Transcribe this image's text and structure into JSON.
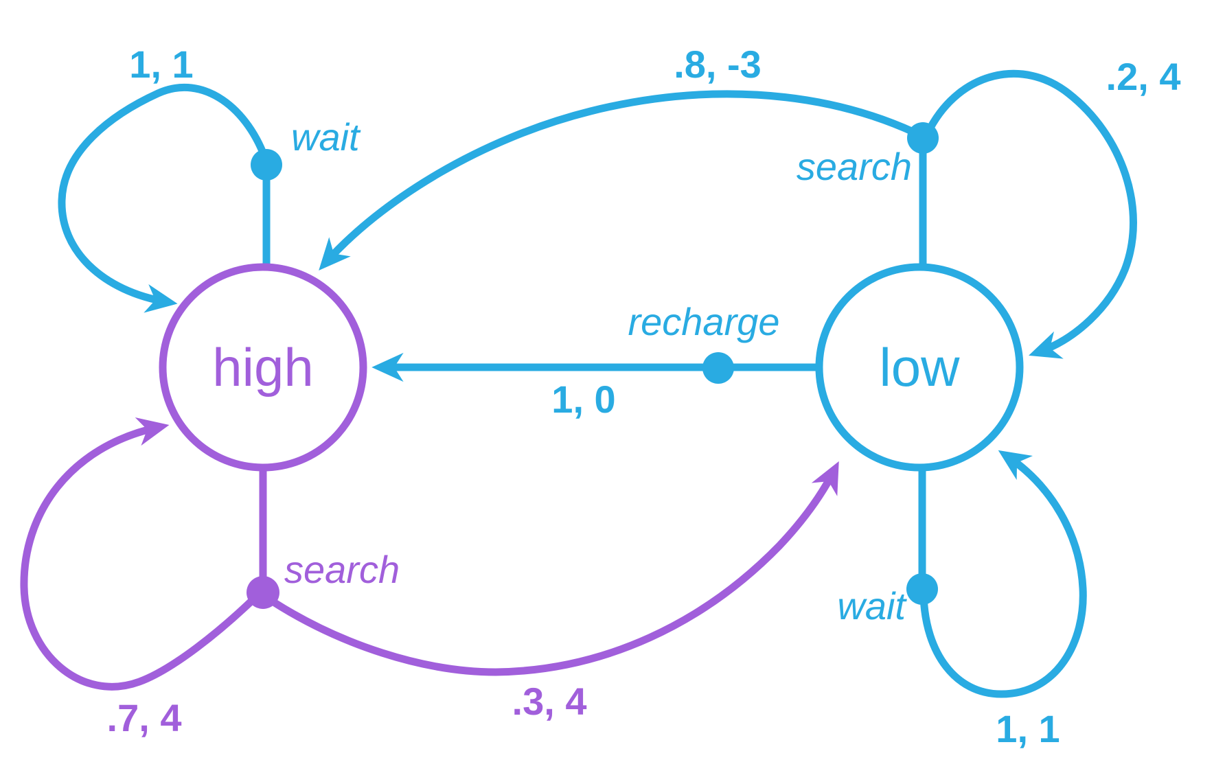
{
  "diagram": {
    "type": "state-transition-diagram",
    "colors": {
      "cyan": "#29ABE2",
      "purple": "#A15FDB",
      "background": "#FFFFFF"
    },
    "states": [
      {
        "id": "high",
        "label": "high",
        "color": "#A15FDB"
      },
      {
        "id": "low",
        "label": "low",
        "color": "#29ABE2"
      }
    ],
    "edges": [
      {
        "from": "high",
        "action": "wait",
        "to": "high",
        "label": "1, 1",
        "color": "#29ABE2"
      },
      {
        "from": "low",
        "action": "search",
        "to": "high",
        "label": ".8, -3",
        "color": "#29ABE2"
      },
      {
        "from": "low",
        "action": "search",
        "to": "low",
        "label": ".2, 4",
        "color": "#29ABE2"
      },
      {
        "from": "low",
        "action": "recharge",
        "to": "high",
        "label": "1, 0",
        "color": "#29ABE2"
      },
      {
        "from": "high",
        "action": "search",
        "to": "high",
        "label": ".7, 4",
        "color": "#A15FDB"
      },
      {
        "from": "high",
        "action": "search",
        "to": "low",
        "label": ".3, 4",
        "color": "#A15FDB"
      },
      {
        "from": "low",
        "action": "wait",
        "to": "low",
        "label": "1, 1",
        "color": "#29ABE2"
      }
    ]
  }
}
